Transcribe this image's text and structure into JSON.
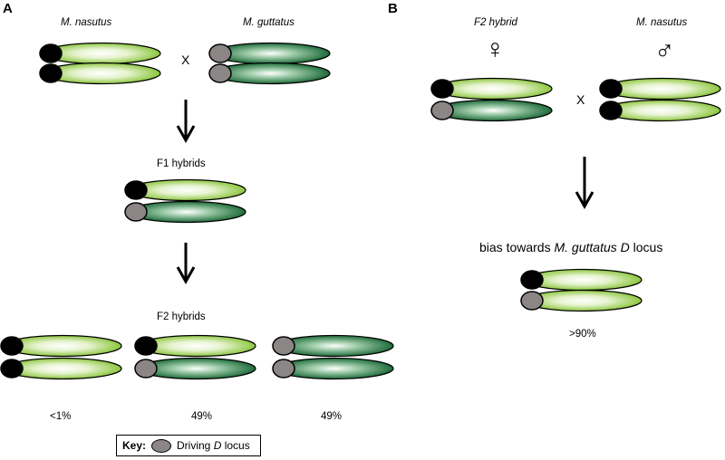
{
  "panel_a": {
    "label": "A",
    "parent1_name": "M. nasutus",
    "parent2_name": "M. guttatus",
    "cross_symbol": "X",
    "f1_label": "F1 hybrids",
    "f2_label": "F2 hybrids",
    "f2_percentages": [
      "<1%",
      "49%",
      "49%"
    ]
  },
  "panel_b": {
    "label": "B",
    "female_name": "F2 hybrid",
    "male_name": "M. nasutus",
    "female_symbol": "♀",
    "male_symbol": "♂",
    "cross_symbol": "X",
    "bias_prefix": "bias towards ",
    "bias_species": "M. guttatus D",
    "bias_suffix": " locus",
    "percentage": ">90%"
  },
  "key": {
    "title": "Key:",
    "text_prefix": "Driving ",
    "text_italic": "D",
    "text_suffix": " locus"
  },
  "colors": {
    "light_green": "#8cc63f",
    "dark_green": "#1e6b3a",
    "black_centromere": "#000000",
    "grey_centromere": "#8c8585"
  }
}
